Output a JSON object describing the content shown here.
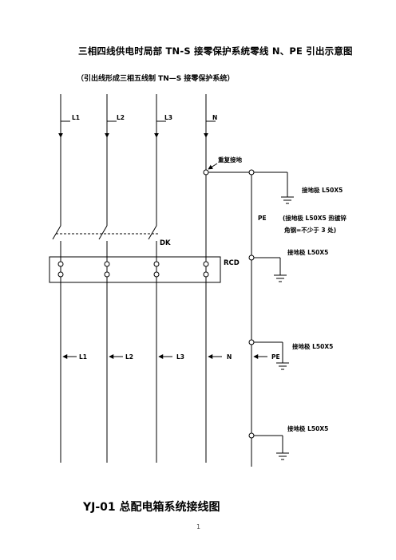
{
  "title": "三相四线供电时局部 TN-S 接零保护系统零线 N、PE 引出示意图",
  "subtitle": "（引出线形成三相五线制 TN—S 接零保护系统）",
  "labels": {
    "top_l1": "L1",
    "top_l2": "L2",
    "top_l3": "L3",
    "top_n": "N",
    "repeat_ground": "重复接地",
    "ground_rod_1": "接地极 L50X5",
    "pe_label": "PE",
    "pe_note_1": "(接地极 L50X5 热镀锌",
    "pe_note_2": "角钢=不少于 3 处)",
    "ground_rod_2": "接地极 L50X5",
    "dk": "DK",
    "rcd": "RCD",
    "bottom_l1": "L1",
    "bottom_l2": "L2",
    "bottom_l3": "L3",
    "bottom_n": "N",
    "bottom_pe": "PE",
    "ground_rod_3": "接地极 L50X5",
    "ground_rod_4": "接地极 L50X5"
  },
  "footer": "YJ-01  总配电箱系统接线图",
  "page_number": "1"
}
